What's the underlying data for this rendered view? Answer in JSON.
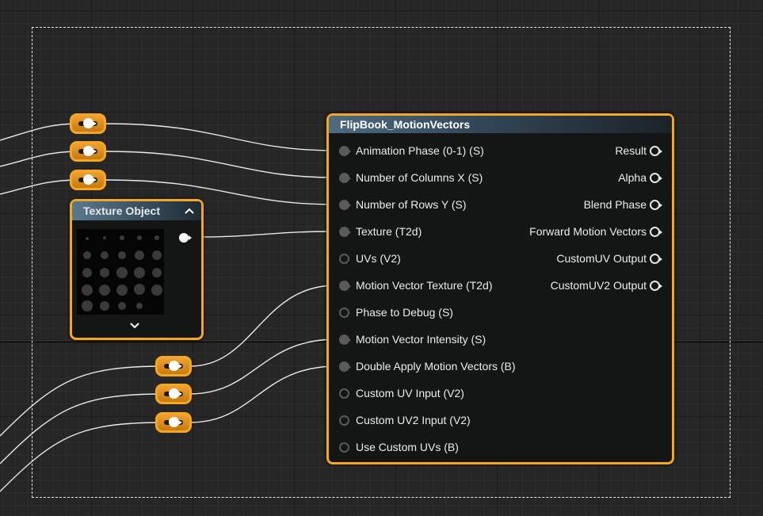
{
  "material_function_node": {
    "title": "FlipBook_MotionVectors",
    "inputs": [
      {
        "label": "Animation  Phase (0-1) (S)",
        "connected": true
      },
      {
        "label": "Number of Columns X (S)",
        "connected": true
      },
      {
        "label": "Number of Rows Y (S)",
        "connected": true
      },
      {
        "label": "Texture (T2d)",
        "connected": true
      },
      {
        "label": "UVs (V2)",
        "connected": false
      },
      {
        "label": "Motion Vector Texture (T2d)",
        "connected": true
      },
      {
        "label": "Phase to Debug (S)",
        "connected": false
      },
      {
        "label": "Motion Vector Intensity (S)",
        "connected": true
      },
      {
        "label": "Double Apply Motion Vectors (B)",
        "connected": true
      },
      {
        "label": "Custom UV Input (V2)",
        "connected": false
      },
      {
        "label": "Custom UV2 Input (V2)",
        "connected": false
      },
      {
        "label": "Use Custom UVs (B)",
        "connected": false
      }
    ],
    "outputs": [
      {
        "label": "Result"
      },
      {
        "label": "Alpha"
      },
      {
        "label": "Blend Phase"
      },
      {
        "label": "Forward Motion Vectors"
      },
      {
        "label": "CustomUV Output"
      },
      {
        "label": "CustomUV2 Output"
      }
    ]
  },
  "texture_object_node": {
    "title": "Texture Object",
    "collapse_icon": "chevron-up-icon",
    "expand_icon": "chevron-down-icon"
  },
  "colors": {
    "node_border": "#f5a623",
    "wire": "#e8e8e8",
    "header": "#4e6b80",
    "grid_bg": "#262626"
  }
}
